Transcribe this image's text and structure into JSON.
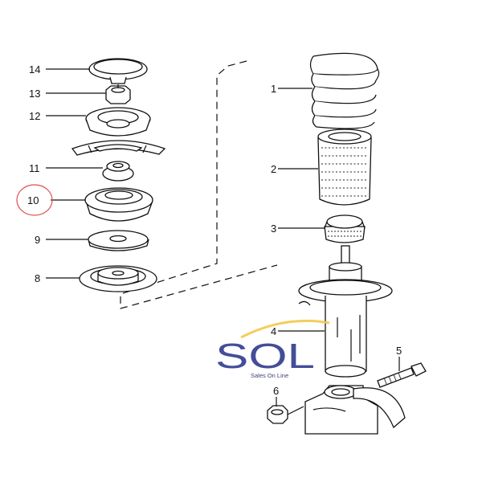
{
  "diagram": {
    "callouts": {
      "c1": "1",
      "c2": "2",
      "c3": "3",
      "c4": "4",
      "c5": "5",
      "c6": "6",
      "c8": "8",
      "c9": "9",
      "c10": "10",
      "c11": "11",
      "c12": "12",
      "c13": "13",
      "c14": "14"
    },
    "highlighted_callout": "10",
    "highlight_color": "#d9534f"
  },
  "watermark": {
    "logo_text": "SOL",
    "tagline": "Sales On Line",
    "colors": {
      "primary": "#2f3a8f",
      "secondary": "#f2c94c"
    }
  }
}
